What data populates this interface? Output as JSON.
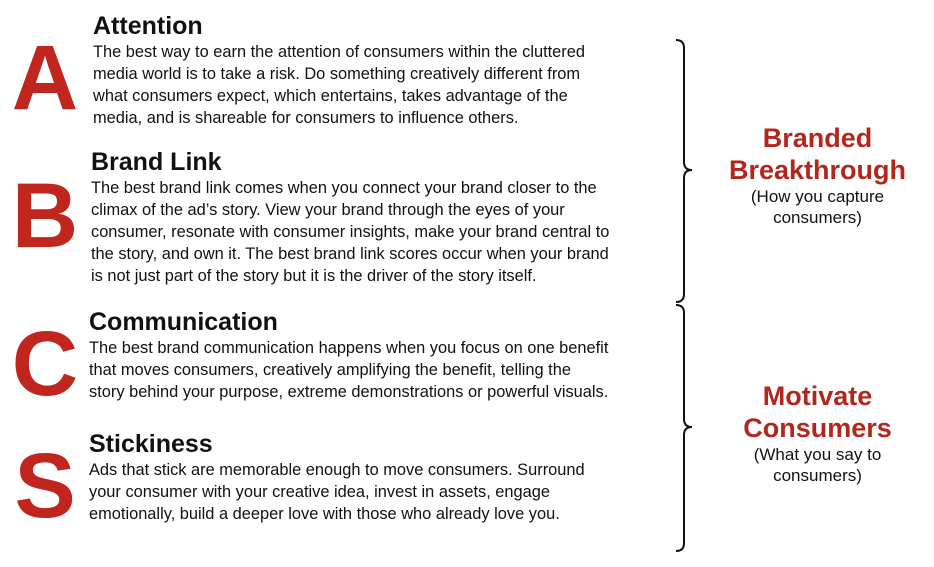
{
  "letters": {
    "a": "A",
    "b": "B",
    "c": "C",
    "s": "S"
  },
  "sections": [
    {
      "heading": "Attention",
      "lines": [
        "The best way to earn the attention of consumers within the cluttered",
        "media world is to take a risk. Do something creatively different from",
        "what consumers expect, which entertains, takes advantage of the",
        "media, and is shareable for consumers to influence others."
      ]
    },
    {
      "heading": "Brand Link",
      "lines": [
        "The best brand link comes when you connect your brand closer to the",
        "climax of the ad’s story. View your brand through the eyes of your",
        "consumer, resonate with consumer insights, make your brand central to",
        "the story, and own it. The best brand link scores occur when your brand",
        "is not just part of the story but it is the driver of the story itself."
      ]
    },
    {
      "heading": "Communication",
      "lines": [
        "The best brand communication happens when you focus on one benefit",
        "that moves consumers, creatively amplifying the benefit, telling the",
        "story behind your purpose, extreme demonstrations or powerful visuals."
      ]
    },
    {
      "heading": "Stickiness",
      "lines": [
        "Ads that stick are memorable enough to move consumers. Surround",
        "your consumer with your creative idea, invest in assets, engage",
        "emotionally, build a deeper love with those who already love you."
      ]
    }
  ],
  "groups": [
    {
      "title_line1": "Branded",
      "title_line2": "Breakthrough",
      "sub_line1": "(How you capture",
      "sub_line2": "consumers)"
    },
    {
      "title_line1": "Motivate",
      "title_line2": "Consumers",
      "sub_line1": "(What you say to",
      "sub_line2": "consumers)"
    }
  ],
  "colors": {
    "letter_red": "#c0261d",
    "group_title_red": "#b3261e",
    "text": "#111111"
  }
}
